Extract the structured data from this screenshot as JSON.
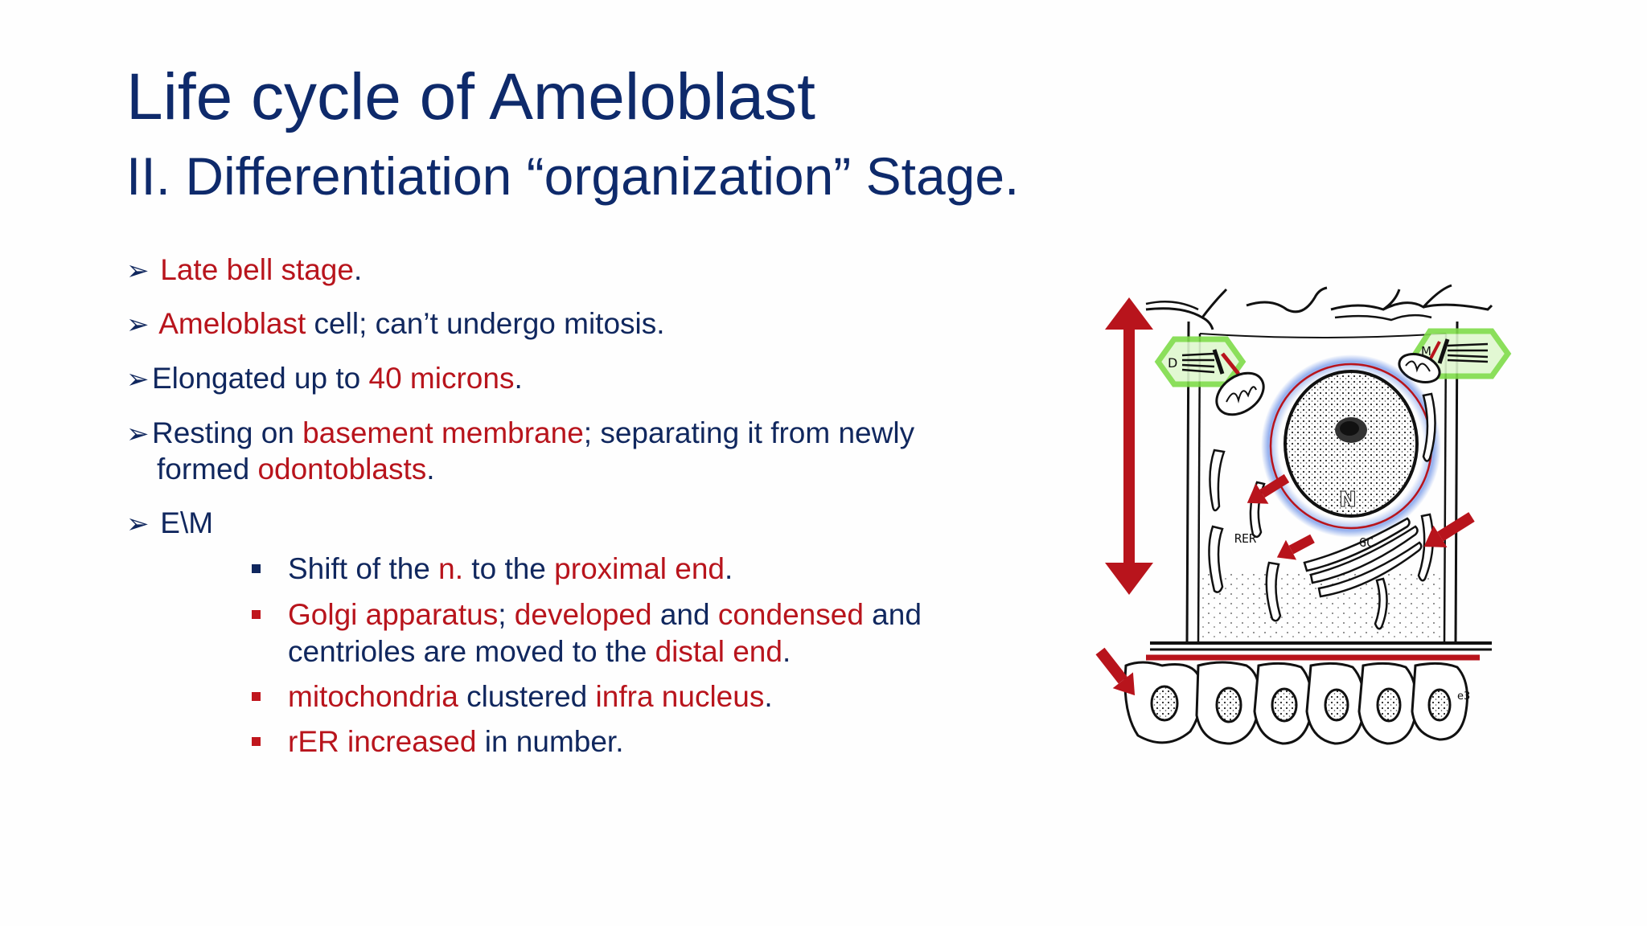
{
  "title": "Life cycle of Ameloblast",
  "subtitle": "II.  Differentiation “organization” Stage.",
  "bullets": [
    {
      "parts": [
        "Late bell stage",
        "."
      ]
    },
    {
      "parts": [
        "Ameloblast",
        " cell; can’t undergo mitosis."
      ]
    },
    {
      "parts": [
        "Elongated up to ",
        "40 microns",
        "."
      ]
    },
    {
      "line1": [
        "Resting on ",
        "basement membrane",
        "; separating it from newly"
      ],
      "line2": [
        "formed ",
        "odontoblasts",
        "."
      ]
    },
    {
      "parts": [
        "E\\M"
      ]
    }
  ],
  "subbullets": [
    {
      "parts": [
        "Shift of the ",
        "n.",
        " to the ",
        "proximal end",
        "."
      ]
    },
    {
      "line1": [
        "Golgi apparatus",
        "; ",
        "developed",
        " and ",
        "condensed",
        " and"
      ],
      "line2": [
        "centrioles are moved to the ",
        "distal end",
        "."
      ]
    },
    {
      "parts": [
        "mitochondria",
        " clustered ",
        "infra nucleus",
        "."
      ]
    },
    {
      "parts": [
        "rER increased",
        " in number."
      ]
    }
  ],
  "diagram": {
    "labels": {
      "d": "D",
      "m": "M",
      "n": "N",
      "rer": "RER",
      "gc": "GC",
      "ej": "e3"
    },
    "icons": [
      "double-arrow-icon",
      "pointer-arrow-icon"
    ],
    "colors": {
      "accent_red": "#b8141c",
      "highlight_green": "#7fdc4a",
      "highlight_blue": "#3d6fe0",
      "title_navy": "#0e2a6b"
    }
  }
}
